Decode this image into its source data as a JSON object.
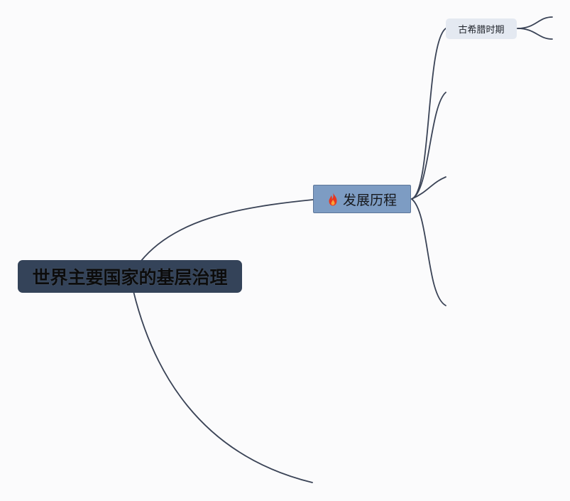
{
  "mindmap": {
    "root": {
      "label": "世界主要国家的基层治理"
    },
    "main_topic": {
      "label": "发展历程",
      "icon": "flame-icon",
      "icon_color": "#e8371f"
    },
    "subtopic": {
      "label": "古希腊时期"
    }
  },
  "colors": {
    "background": "#fbfbfc",
    "root_fill": "#344359",
    "main_fill": "#7d9cc3",
    "sub_fill": "#e4e9f1",
    "connector": "#3a4356"
  }
}
